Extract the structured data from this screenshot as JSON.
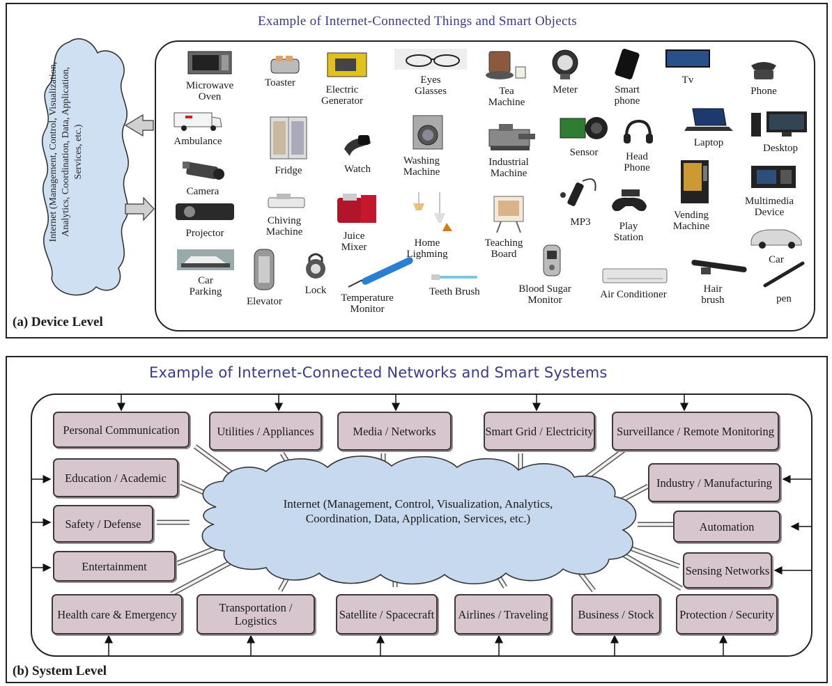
{
  "device_level": {
    "title": "Example of Internet-Connected Things and Smart Objects",
    "label": "(a)  Device Level",
    "cloud_text": "Internet (Management, Control, Visualization, Analytics, Coordination, Data,  Application, Services, etc.)",
    "devices": {
      "microwave": "Microwave Oven",
      "toaster": "Toaster",
      "generator": "Electric Generator",
      "glasses": "Eyes Glasses",
      "tea": "Tea Machine",
      "meter": "Meter",
      "smartphone": "Smart phone",
      "tv": "Tv",
      "phone": "Phone",
      "ambulance": "Ambulance",
      "fridge": "Fridge",
      "watch": "Watch",
      "washing": "Washing Machine",
      "industrial": "Industrial Machine",
      "sensor": "Sensor",
      "headphone": "Head Phone",
      "laptop": "Laptop",
      "desktop": "Desktop",
      "camera": "Camera",
      "projector": "Projector",
      "chiving": "Chiving Machine",
      "juice": "Juice Mixer",
      "lighting": "Home Lighming",
      "teaching": "Teaching Board",
      "mp3": "MP3",
      "playstation": "Play Station",
      "vending": "Vending Machine",
      "multimedia": "Multimedia Device",
      "car": "Car",
      "parking": "Car Parking",
      "elevator": "Elevator",
      "lock": "Lock",
      "temperature": "Temperature Monitor",
      "teethbrush": "Teeth Brush",
      "bloodsugar": "Blood Sugar Monitor",
      "aircon": "Air Conditioner",
      "hairbrush": "Hair brush",
      "pen": "pen"
    }
  },
  "system_level": {
    "title": "Example of Internet-Connected Networks and Smart Systems",
    "label": "(b)  System Level",
    "cloud_text": "Internet (Management, Control, Visualization, Analytics, Coordination, Data,  Application, Services, etc.)",
    "systems": {
      "personal": "Personal Communication",
      "utilities": "Utilities / Appliances",
      "media": "Media / Networks",
      "smartgrid": "Smart Grid / Electricity",
      "surveillance": "Surveillance / Remote Monitoring",
      "education": "Education / Academic",
      "industry": "Industry / Manufacturing",
      "safety": "Safety / Defense",
      "automation": "Automation",
      "entertainment": "Entertainment",
      "sensing": "Sensing Networks",
      "health": "Health care & Emergency",
      "transport": "Transportation / Logistics",
      "satellite": "Satellite / Spacecraft",
      "airlines": "Airlines / Traveling",
      "business": "Business / Stock",
      "protection": "Protection / Security"
    }
  },
  "colors": {
    "system_box_fill": "#d8c6cf",
    "cloud_fill": "#c6d9ee",
    "title_color": "#3a3a8c"
  }
}
